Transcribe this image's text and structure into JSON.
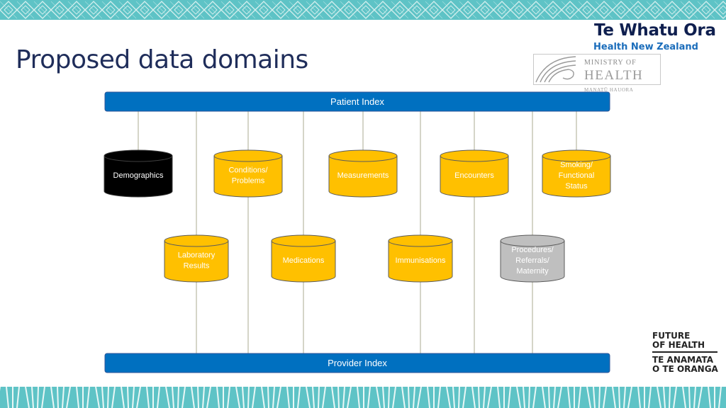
{
  "slide": {
    "title": "Proposed data domains",
    "colors": {
      "index_bar": "#0070c0",
      "domain_fill": "#ffc000",
      "demographics_fill": "#000000",
      "procedures_fill": "#bfbfbf",
      "connector": "#b9b9a3",
      "title_text": "#1f2d5a"
    }
  },
  "branding": {
    "te_whatu_ora": "Te Whatu Ora",
    "health_nz": "Health New Zealand",
    "moh_line1": "MINISTRY OF",
    "moh_line2": "HEALTH",
    "moh_line3": "MANATŪ HAUORA",
    "future_of_health": [
      "FUTURE",
      "OF HEALTH",
      "TE ANAMATA",
      "O TE ORANGA"
    ]
  },
  "diagram": {
    "top_bar": "Patient Index",
    "bottom_bar": "Provider Index",
    "row1": [
      {
        "label": "Demographics",
        "style": "black"
      },
      {
        "label": "Conditions/\nProblems",
        "style": "amber"
      },
      {
        "label": "Measurements",
        "style": "amber"
      },
      {
        "label": "Encounters",
        "style": "amber"
      },
      {
        "label": "Smoking/\nFunctional\nStatus",
        "style": "amber"
      }
    ],
    "row2": [
      {
        "label": "Laboratory\nResults",
        "style": "amber"
      },
      {
        "label": "Medications",
        "style": "amber"
      },
      {
        "label": "Immunisations",
        "style": "amber"
      },
      {
        "label": "Procedures/\nReferrals/\nMaternity",
        "style": "grey"
      }
    ]
  }
}
